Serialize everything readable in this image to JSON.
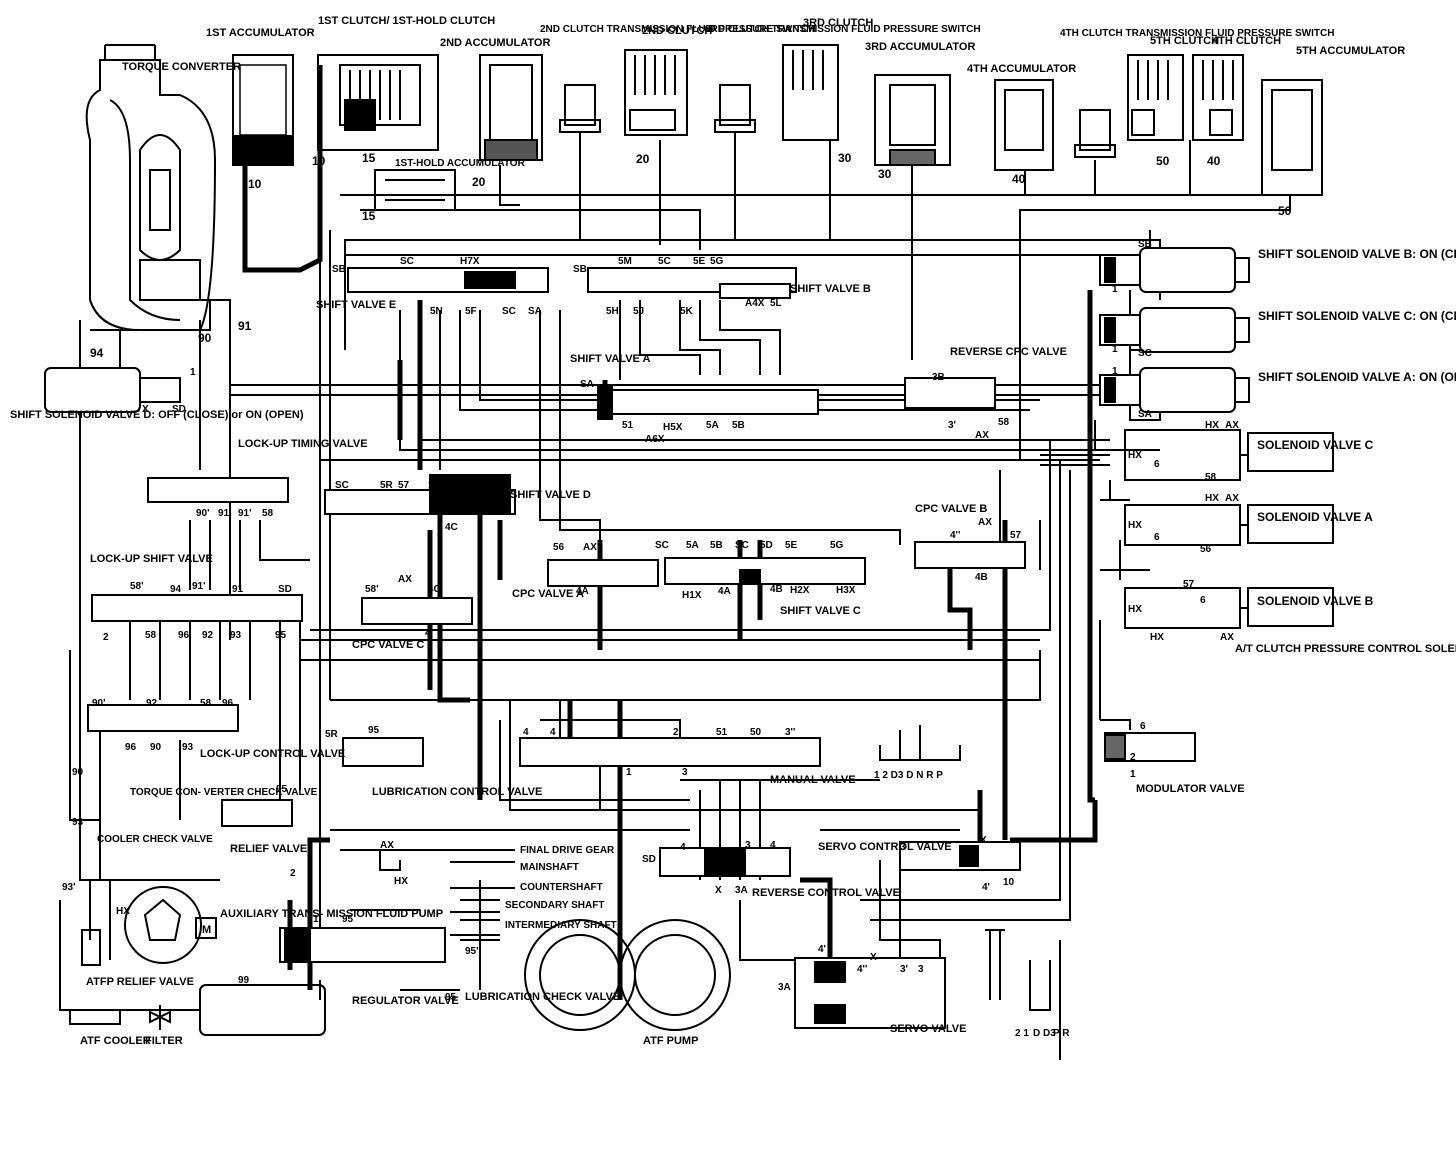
{
  "components": {
    "torque_converter": "TORQUE CONVERTER",
    "accumulator_1st": "1ST ACCUMULATOR",
    "clutch_1st": "1ST CLUTCH/ 1ST-HOLD CLUTCH",
    "accumulator_2nd": "2ND ACCUMULATOR",
    "clutch2_pressure_switch": "2ND CLUTCH TRANSMISSION FLUID PRESSURE SWITCH",
    "clutch_2nd": "2ND CLUTCH",
    "clutch3_pressure_switch": "3RD CLUTCH TRANSMISSION FLUID PRESSURE SWITCH",
    "clutch_3rd": "3RD CLUTCH",
    "accumulator_3rd": "3RD ACCUMULATOR",
    "accumulator_4th": "4TH ACCUMULATOR",
    "clutch4_pressure_switch": "4TH CLUTCH TRANSMISSION FLUID PRESSURE SWITCH",
    "clutch_5th": "5TH CLUTCH",
    "clutch_4th": "4TH CLUTCH",
    "accumulator_5th": "5TH ACCUMULATOR",
    "accumulator_1st_hold": "1ST-HOLD ACCUMULATOR",
    "shift_solenoid_b": "SHIFT SOLENOID VALVE B: ON (CLOSE)",
    "shift_solenoid_c": "SHIFT SOLENOID VALVE C: ON (CLOSE)",
    "shift_solenoid_a": "SHIFT SOLENOID VALVE A: ON (OPEN)",
    "shift_solenoid_d": "SHIFT SOLENOID VALVE D: OFF (CLOSE) or ON (OPEN)",
    "shift_valve_e": "SHIFT VALVE E",
    "shift_valve_b": "SHIFT VALVE B",
    "shift_valve_a": "SHIFT VALVE A",
    "shift_valve_d": "SHIFT VALVE D",
    "shift_valve_c": "SHIFT VALVE C",
    "reverse_cpc_valve": "REVERSE CPC VALVE",
    "lockup_timing_valve": "LOCK-UP TIMING VALVE",
    "lockup_shift_valve": "LOCK-UP SHIFT VALVE",
    "lockup_control_valve": "LOCK-UP CONTROL VALVE",
    "cpc_valve_a": "CPC VALVE A",
    "cpc_valve_b": "CPC VALVE B",
    "cpc_valve_c": "CPC VALVE C",
    "solenoid_valve_c": "SOLENOID VALVE C",
    "solenoid_valve_a": "SOLENOID VALVE A",
    "solenoid_valve_b": "SOLENOID VALVE B",
    "at_clutch_pcs": "A/T CLUTCH PRESSURE CONTROL SOLENOID VALVES",
    "modulator_valve": "MODULATOR VALVE",
    "manual_valve": "MANUAL VALVE",
    "lubrication_control_valve": "LUBRICATION CONTROL VALVE",
    "torque_converter_check_valve": "TORQUE CON- VERTER CHECK VALVE",
    "relief_valve": "RELIEF VALVE",
    "cooler_check_valve": "COOLER CHECK VALVE",
    "servo_control_valve": "SERVO CONTROL VALVE",
    "reverse_control_valve": "REVERSE CONTROL VALVE",
    "servo_valve": "SERVO VALVE",
    "final_drive_gear": "FINAL DRIVE GEAR",
    "mainshaft": "MAINSHAFT",
    "countershaft": "COUNTERSHAFT",
    "secondary_shaft": "SECONDARY SHAFT",
    "intermediary_shaft": "INTERMEDIARY SHAFT",
    "auxiliary_pump": "AUXILIARY TRANS- MISSION FLUID PUMP",
    "atfp_relief_valve": "ATFP RELIEF VALVE",
    "atf_cooler": "ATF COOLER",
    "filter": "FILTER",
    "atf_pump": "ATF PUMP",
    "regulator_valve": "REGULATOR VALVE",
    "lubrication_check_valve": "LUBRICATION CHECK VALVE",
    "pump_motor_symbol": "M"
  },
  "port_labels": {
    "p10": "10",
    "p15": "15",
    "p20": "20",
    "p30": "30",
    "p40": "40",
    "p50": "50",
    "p90": "90",
    "p91": "91",
    "p94": "94",
    "p93": "93",
    "p93p": "93'",
    "p95": "95",
    "p95p": "95'",
    "p99": "99",
    "sb": "SB",
    "sc": "SC",
    "sa": "SA",
    "sd": "SD",
    "x": "X",
    "hx": "HX",
    "ax": "AX",
    "h7x": "H7X",
    "h5x": "H5X",
    "a6x": "A6X",
    "h1x": "H1X",
    "h2x": "H2X",
    "h3x": "H3X",
    "a4x": "A4X",
    "p5n": "5N",
    "p5f": "5F",
    "p5h": "5H",
    "p5j": "5J",
    "p5k": "5K",
    "p5m": "5M",
    "p5e": "5E",
    "p5g": "5G",
    "p5c": "5C",
    "p5r": "5R",
    "p5a": "5A",
    "p5b": "5B",
    "p5d": "5D",
    "p5l": "5L",
    "p51": "51",
    "p57": "57",
    "p58": "58",
    "p4a": "4A",
    "p4b": "4B",
    "p4c": "4C",
    "p3a": "3A",
    "p3b": "3B",
    "p4pp": "4''",
    "p3pp": "3''",
    "p1": "1",
    "p2": "2",
    "p3": "3",
    "p4": "4",
    "p6": "6",
    "p4p": "4'",
    "p3p": "3'",
    "p92": "92",
    "p96": "96",
    "p90p": "90'",
    "p91p": "91'",
    "p58p": "58'",
    "p56": "56"
  },
  "manual_positions": "1 2 D3 D N R P",
  "servo_positions_a": "2 1",
  "servo_positions_b": "D D3",
  "servo_positions_c": "P R"
}
